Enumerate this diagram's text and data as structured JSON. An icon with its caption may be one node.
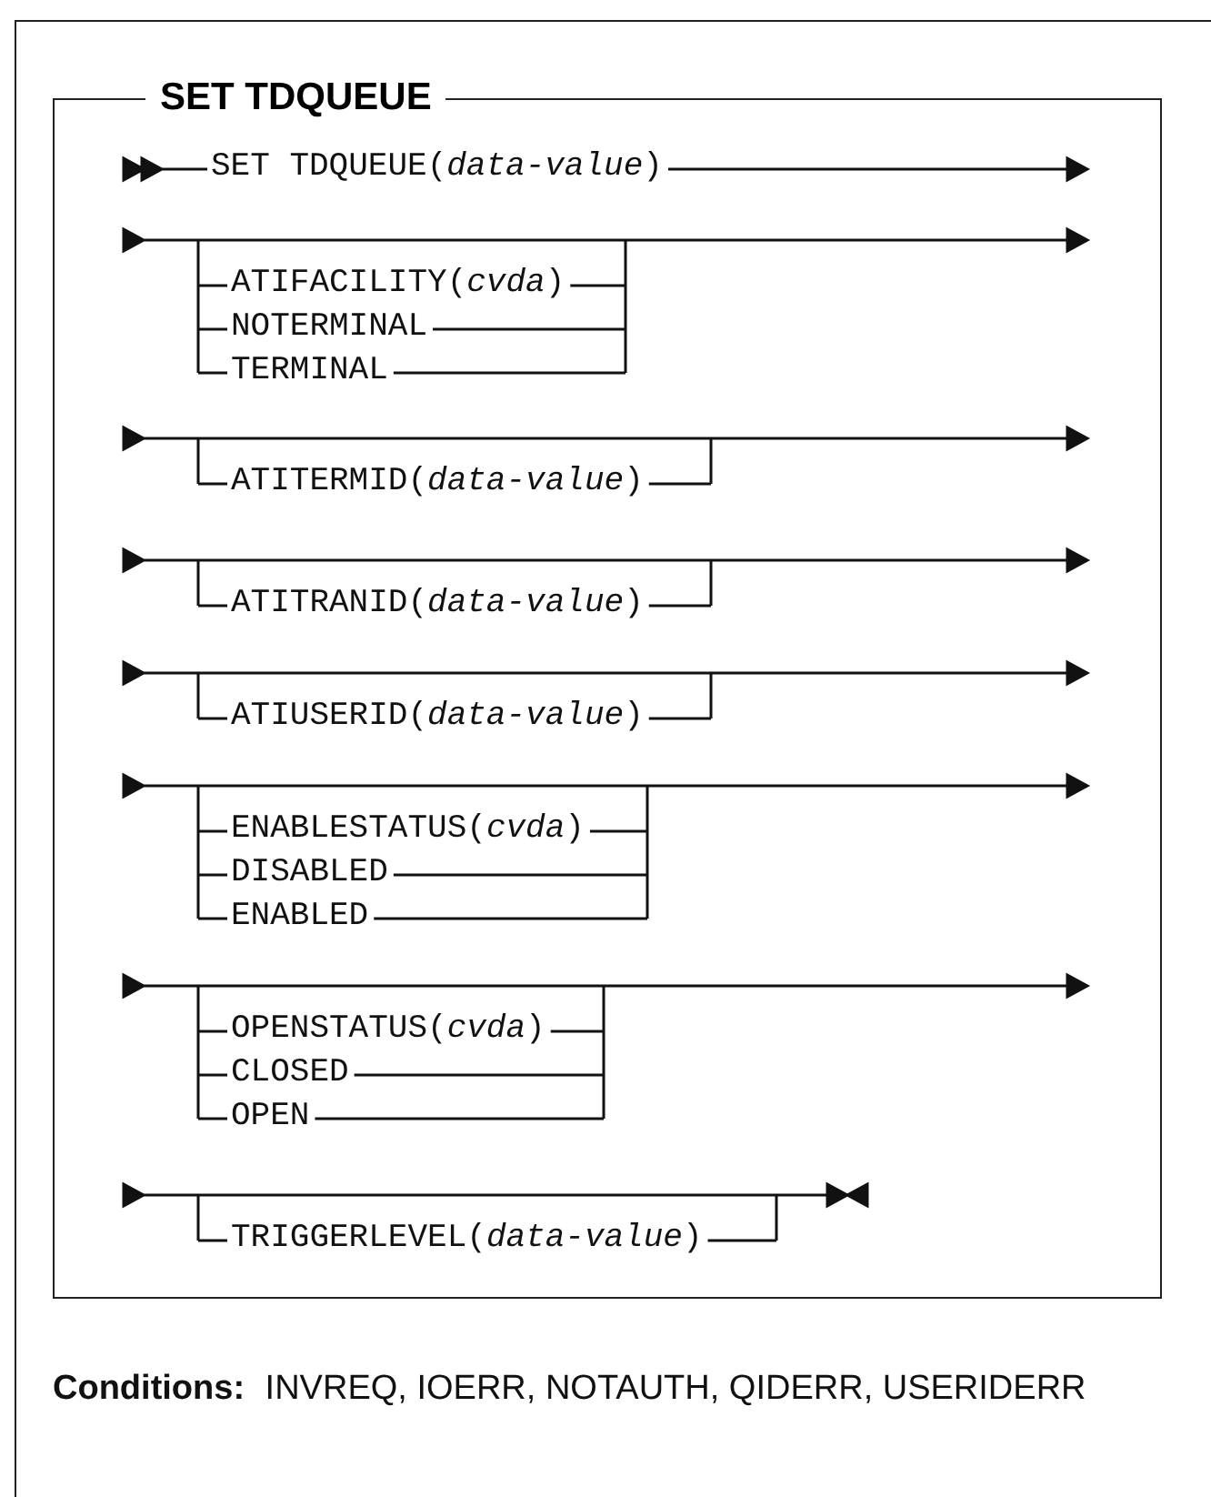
{
  "diagram": {
    "title": "SET TDQUEUE",
    "labels": [
      "SET TDQUEUE(*data-value*)",
      "ATIFACILITY(*cvda*)",
      "NOTERMINAL",
      "TERMINAL",
      "ATITERMID(*data-value*)",
      "ATITRANID(*data-value*)",
      "ATIUSERID(*data-value*)",
      "ENABLESTATUS(*cvda*)",
      "DISABLED",
      "ENABLED",
      "OPENSTATUS(*cvda*)",
      "CLOSED",
      "OPEN",
      "TRIGGERLEVEL(*data-value*)"
    ],
    "caption": "**Conditions:** INVREQ, IOERR, NOTAUTH, QIDERR, USERIDERR"
  }
}
